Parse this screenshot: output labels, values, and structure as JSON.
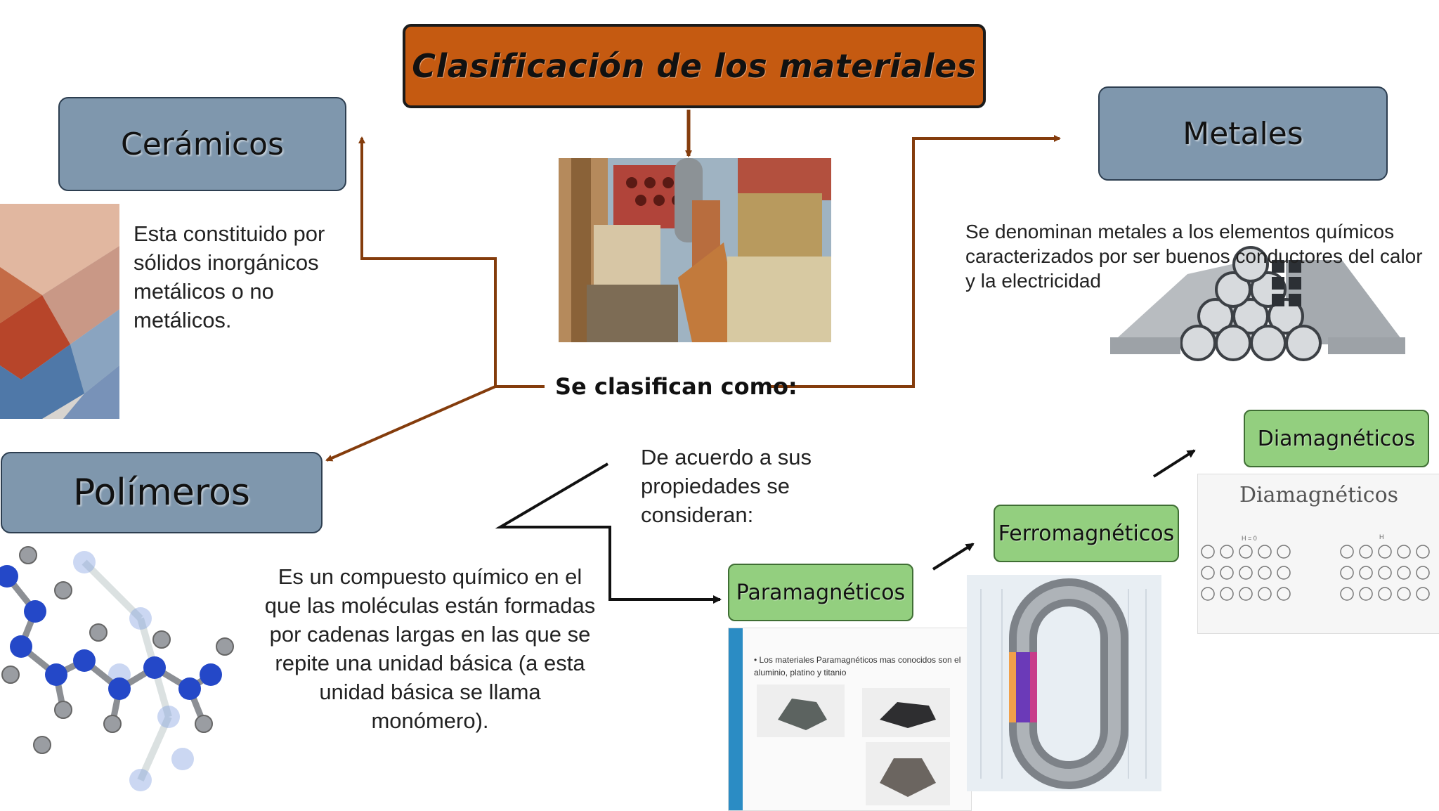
{
  "title": "Clasificación de los materiales",
  "center_label": "Se clasifican como:",
  "categories": {
    "ceramicos": {
      "label": "Cerámicos",
      "description": "Esta constituido por sólidos inorgánicos metálicos o no metálicos."
    },
    "metales": {
      "label": "Metales",
      "description": "Se denominan metales a los elementos químicos caracterizados por ser buenos conductores del calor y la electricidad"
    },
    "polimeros": {
      "label": "Polímeros",
      "description": "Es un compuesto químico en el que las moléculas están formadas por cadenas largas en las que se repite una unidad básica (a esta unidad básica se llama monómero)."
    }
  },
  "properties_intro": "De acuerdo a sus propiedades se consideran:",
  "properties": {
    "paramagneticos": "Paramagnéticos",
    "ferromagneticos": "Ferromagnéticos",
    "diamagneticos": "Diamagnéticos"
  },
  "para_slide": {
    "bullet": "Los materiales Paramagnéticos mas conocidos son el aluminio, platino y titanio"
  },
  "dia_slide": {
    "title": "Diamagnéticos",
    "left_field": "H = 0",
    "right_field": "H"
  },
  "colors": {
    "title_fill": "#c55a11",
    "category_fill": "#7f97ad",
    "property_fill": "#93cf7f",
    "connector": "#843c0c"
  }
}
